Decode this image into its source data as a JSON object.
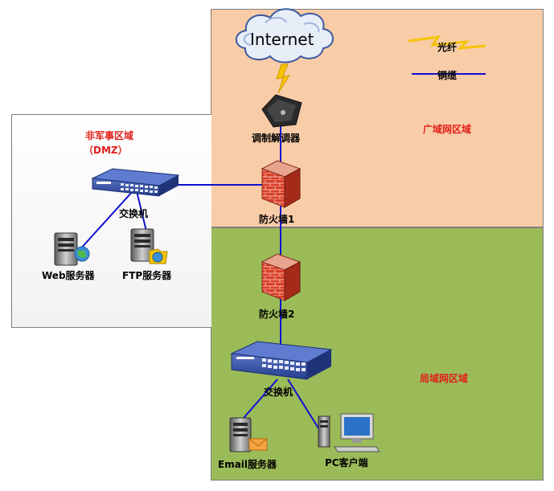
{
  "legend": {
    "fiber": "光纤",
    "cable": "铜缆"
  },
  "zones": {
    "dmz": {
      "title": "非军事区域",
      "subtitle": "（DMZ）"
    },
    "wan": {
      "title": "广域网区域"
    },
    "lan": {
      "title": "局域网区域"
    }
  },
  "nodes": {
    "internet": "Internet",
    "modem": "调制解调器",
    "firewall1": "防火墙1",
    "firewall2": "防火墙2",
    "dmz_switch": "交换机",
    "lan_switch": "交换机",
    "web_server": "Web服务器",
    "ftp_server": "FTP服务器",
    "email_server": "Email服务器",
    "pc_client": "PC客户端"
  },
  "colors": {
    "wan_bg": "#f9cca8",
    "lan_bg": "#9bbb59",
    "zone_label": "#e0201a",
    "cable": "#1010d0",
    "fiber": "#f5c400"
  },
  "icons": [
    "cloud-icon",
    "lightning-icon",
    "modem-icon",
    "firewall-icon",
    "switch-icon",
    "server-icon",
    "pc-icon"
  ]
}
